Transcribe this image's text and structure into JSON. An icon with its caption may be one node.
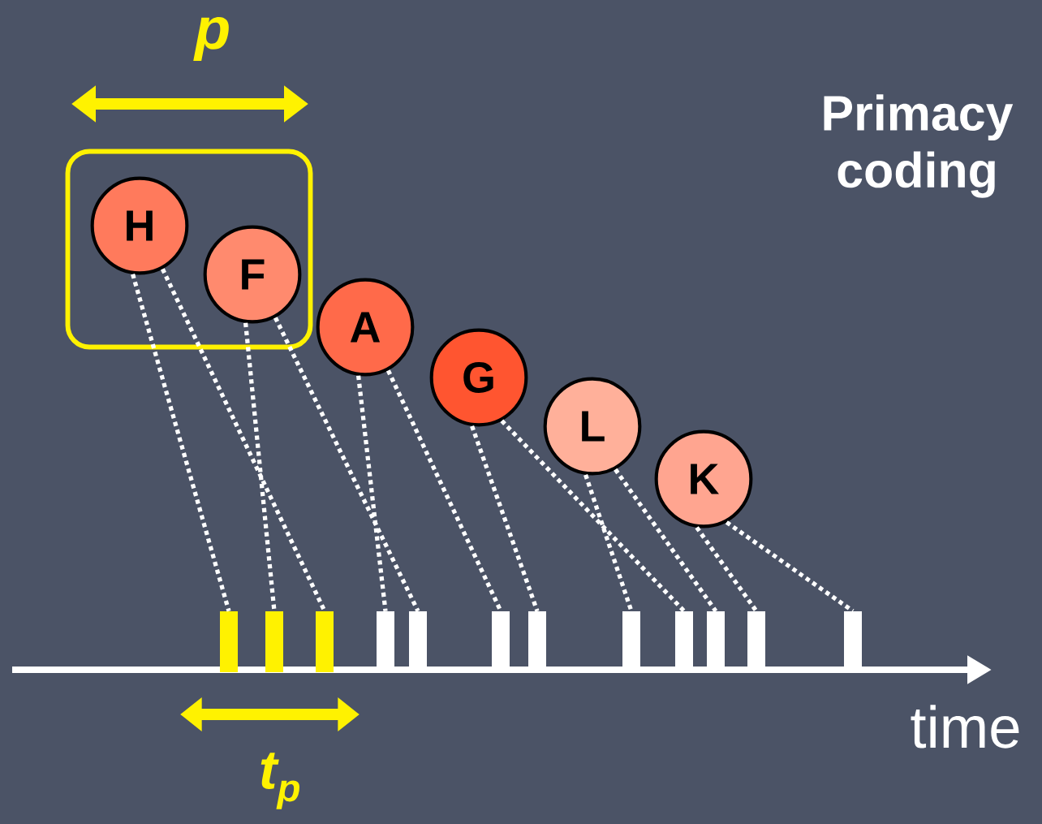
{
  "diagram": {
    "title": "Primacy coding",
    "nodes": [
      {
        "text": [],
        "shape": "box"
      },
      {
        "text": [
          "H"
        ],
        "in": 0
      },
      {
        "text": [
          "F"
        ],
        "in": 0
      },
      {
        "text": [
          "A"
        ]
      },
      {
        "text": [
          "G"
        ]
      },
      {
        "text": [
          "L"
        ]
      },
      {
        "text": [
          "K"
        ]
      },
      {
        "text": [],
        "shape": "bar"
      },
      {
        "text": [],
        "shape": "bar"
      },
      {
        "text": [],
        "shape": "bar"
      },
      {
        "text": [],
        "shape": "bar"
      },
      {
        "text": [],
        "shape": "bar"
      },
      {
        "text": [],
        "shape": "bar"
      },
      {
        "text": [],
        "shape": "bar"
      },
      {
        "text": [],
        "shape": "bar"
      },
      {
        "text": [],
        "shape": "bar"
      },
      {
        "text": [],
        "shape": "bar"
      },
      {
        "text": [],
        "shape": "bar"
      },
      {
        "text": [],
        "shape": "bar"
      }
    ],
    "edges": [
      {
        "from": 1,
        "to": 7,
        "arrow": "none"
      },
      {
        "from": 1,
        "to": 9,
        "arrow": "none"
      },
      {
        "from": 2,
        "to": 8,
        "arrow": "none"
      },
      {
        "from": 2,
        "to": 11,
        "arrow": "none"
      },
      {
        "from": 3,
        "to": 10,
        "arrow": "none"
      },
      {
        "from": 3,
        "to": 12,
        "arrow": "none"
      },
      {
        "from": 4,
        "to": 13,
        "arrow": "none"
      },
      {
        "from": 4,
        "to": 15,
        "arrow": "none"
      },
      {
        "from": 5,
        "to": 14,
        "arrow": "none"
      },
      {
        "from": 5,
        "to": 16,
        "arrow": "none"
      },
      {
        "from": 6,
        "to": 17,
        "arrow": "none"
      },
      {
        "from": 6,
        "to": 18,
        "arrow": "none"
      }
    ],
    "labels": [
      "p",
      "t$_{p}$",
      "time"
    ]
  }
}
